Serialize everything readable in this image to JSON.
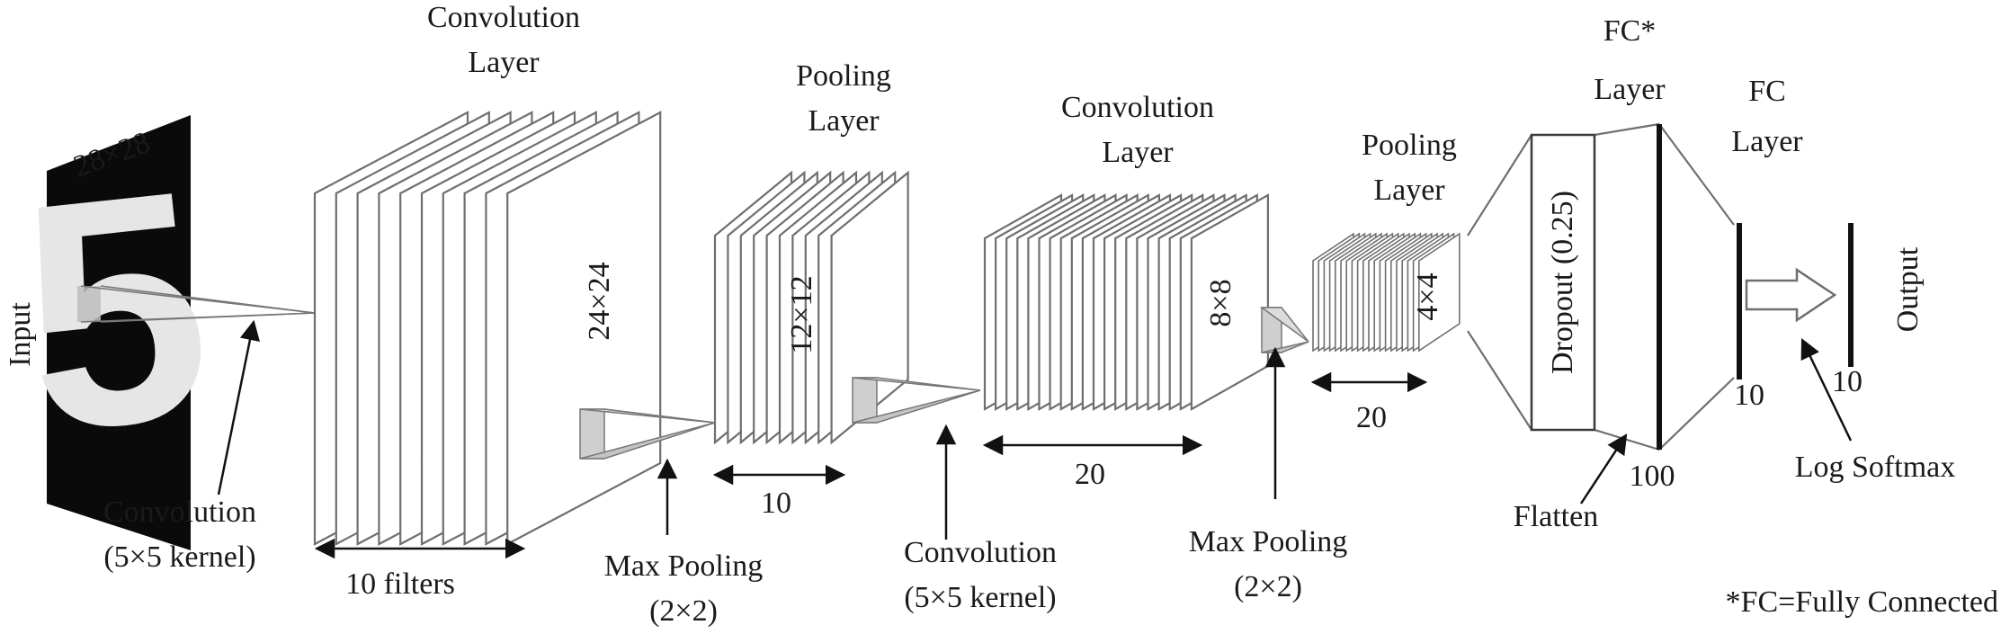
{
  "colors": {
    "stroke": "#6f6f6f",
    "dark": "#111111",
    "kernel_fill": "#cfcfcf",
    "input_bg": "#0a0a0a"
  },
  "input": {
    "label": "Input",
    "size": "28×28",
    "digit": "5"
  },
  "conv1": {
    "title_line1": "Convolution",
    "title_line2": "Layer",
    "size": "24×24",
    "depth": "10 filters"
  },
  "pool1": {
    "title_line1": "Pooling",
    "title_line2": "Layer",
    "size": "12×12",
    "depth": "10"
  },
  "conv2": {
    "title_line1": "Convolution",
    "title_line2": "Layer",
    "size": "8×8",
    "depth": "20"
  },
  "pool2": {
    "title_line1": "Pooling",
    "title_line2": "Layer",
    "size": "4×4",
    "depth": "20"
  },
  "fc1": {
    "title_line1": "FC*",
    "title_line2": "Layer",
    "dropout": "Dropout (0.25)",
    "size": "100",
    "flatten": "Flatten"
  },
  "fc2": {
    "title_line1": "FC",
    "title_line2": "Layer",
    "size": "10"
  },
  "output": {
    "label": "Output",
    "size": "10",
    "activation": "Log Softmax"
  },
  "ops": {
    "conv1_line1": "Convolution",
    "conv1_line2": "(5×5 kernel)",
    "pool1_line1": "Max Pooling",
    "pool1_line2": "(2×2)",
    "conv2_line1": "Convolution",
    "conv2_line2": "(5×5 kernel)",
    "pool2_line1": "Max Pooling",
    "pool2_line2": "(2×2)"
  },
  "footnote": "*FC=Fully Connected"
}
